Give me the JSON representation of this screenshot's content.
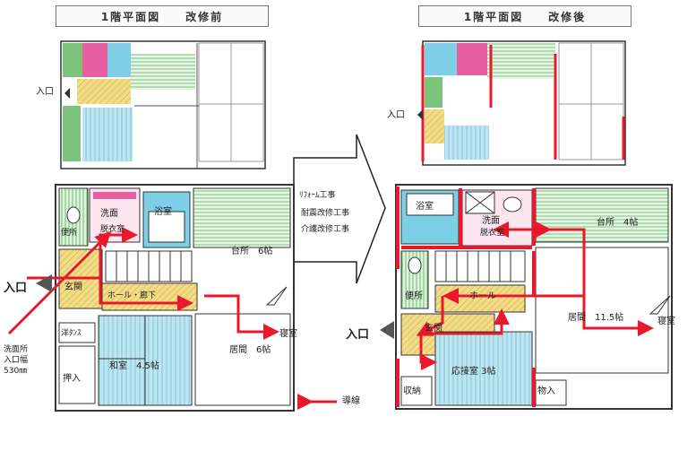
{
  "titles": {
    "before": "1階平面図　　改修前",
    "after": "1階平面図　　改修後"
  },
  "arrow_text": [
    "ﾘﾌｫｰﾑ工事",
    "耐震改修工事",
    "介護改修工事"
  ],
  "before": {
    "thumb_entrance": "入口",
    "entrance": "入口",
    "rooms": {
      "toilet": "便所",
      "washroom": "洗面",
      "dressing": "脱衣室",
      "bath": "浴室",
      "kitchen": "台所　6帖",
      "genkan": "玄関",
      "hall": "ホール・廊下",
      "closet": "洋ﾀﾝｽ",
      "oshiire": "押入",
      "washitsu": "和室　4.5帖",
      "bedroom": "寝室",
      "living": "居間　6帖"
    },
    "note": [
      "洗面所",
      "入口幅",
      "530㎜"
    ]
  },
  "after": {
    "thumb_entrance": "入口",
    "entrance": "入口",
    "rooms": {
      "bath": "浴室",
      "washroom": "洗面",
      "dressing": "脱衣室",
      "kitchen": "台所　4帖",
      "toilet": "便所",
      "hall": "ホール",
      "genkan": "玄関",
      "living": "居間　11.5帖",
      "bedroom": "寝室",
      "reception": "応接室 3帖",
      "storage": "収納",
      "monoire": "物入"
    }
  },
  "legend": {
    "label": "導線"
  },
  "colors": {
    "route": "#e8192c",
    "toilet": "#7cc47c",
    "bath": "#7ccfe6",
    "washroom": "#e85fa0",
    "kitchen": "#9fd89f",
    "genkan": "#f0d070",
    "tatami": "#9ad8e8"
  }
}
